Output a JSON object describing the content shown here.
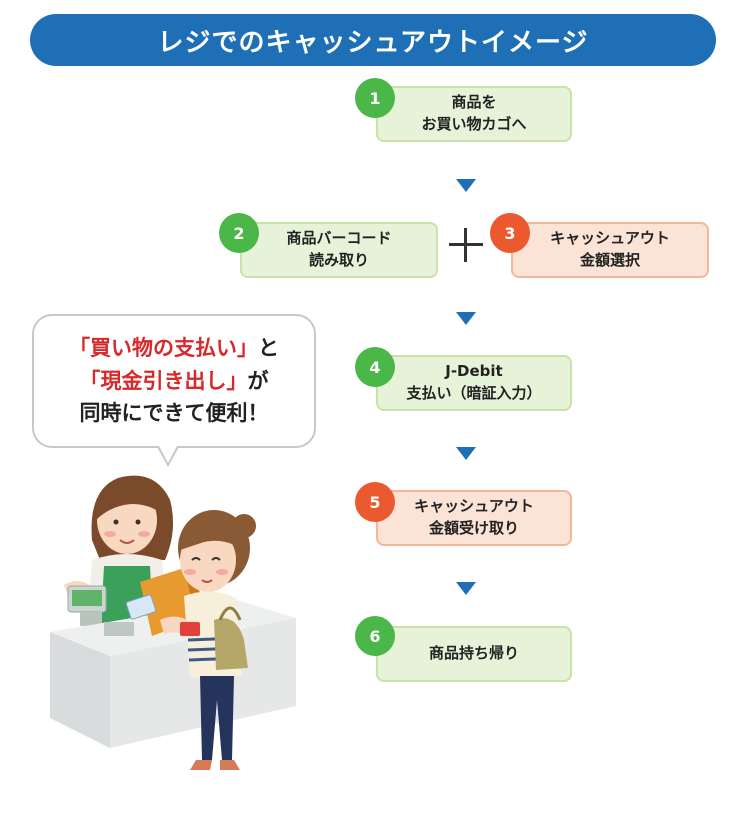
{
  "title": "レジでのキャッシュアウトイメージ",
  "steps": [
    {
      "num": "1",
      "line1": "商品を",
      "line2": "お買い物カゴへ"
    },
    {
      "num": "2",
      "line1": "商品バーコード",
      "line2": "読み取り"
    },
    {
      "num": "3",
      "line1": "キャッシュアウト",
      "line2": "金額選択"
    },
    {
      "num": "4",
      "line1": "J-Debit",
      "line2": "支払い（暗証入力）"
    },
    {
      "num": "5",
      "line1": "キャッシュアウト",
      "line2": "金額受け取り"
    },
    {
      "num": "6",
      "line1": "商品持ち帰り",
      "line2": ""
    }
  ],
  "bubble": {
    "line1_red": "「買い物の支払い」",
    "line1_tail": "と",
    "line2_red": "「現金引き出し」",
    "line2_tail": "が",
    "line3": "同時にできて便利！"
  },
  "colors": {
    "title_bg": "#1e6fb5",
    "badge_green": "#4bb748",
    "badge_orange": "#ea5a2e",
    "box_green": "#e7f3d8",
    "box_orange": "#fbe3d6",
    "emphasis_red": "#d8282a"
  }
}
